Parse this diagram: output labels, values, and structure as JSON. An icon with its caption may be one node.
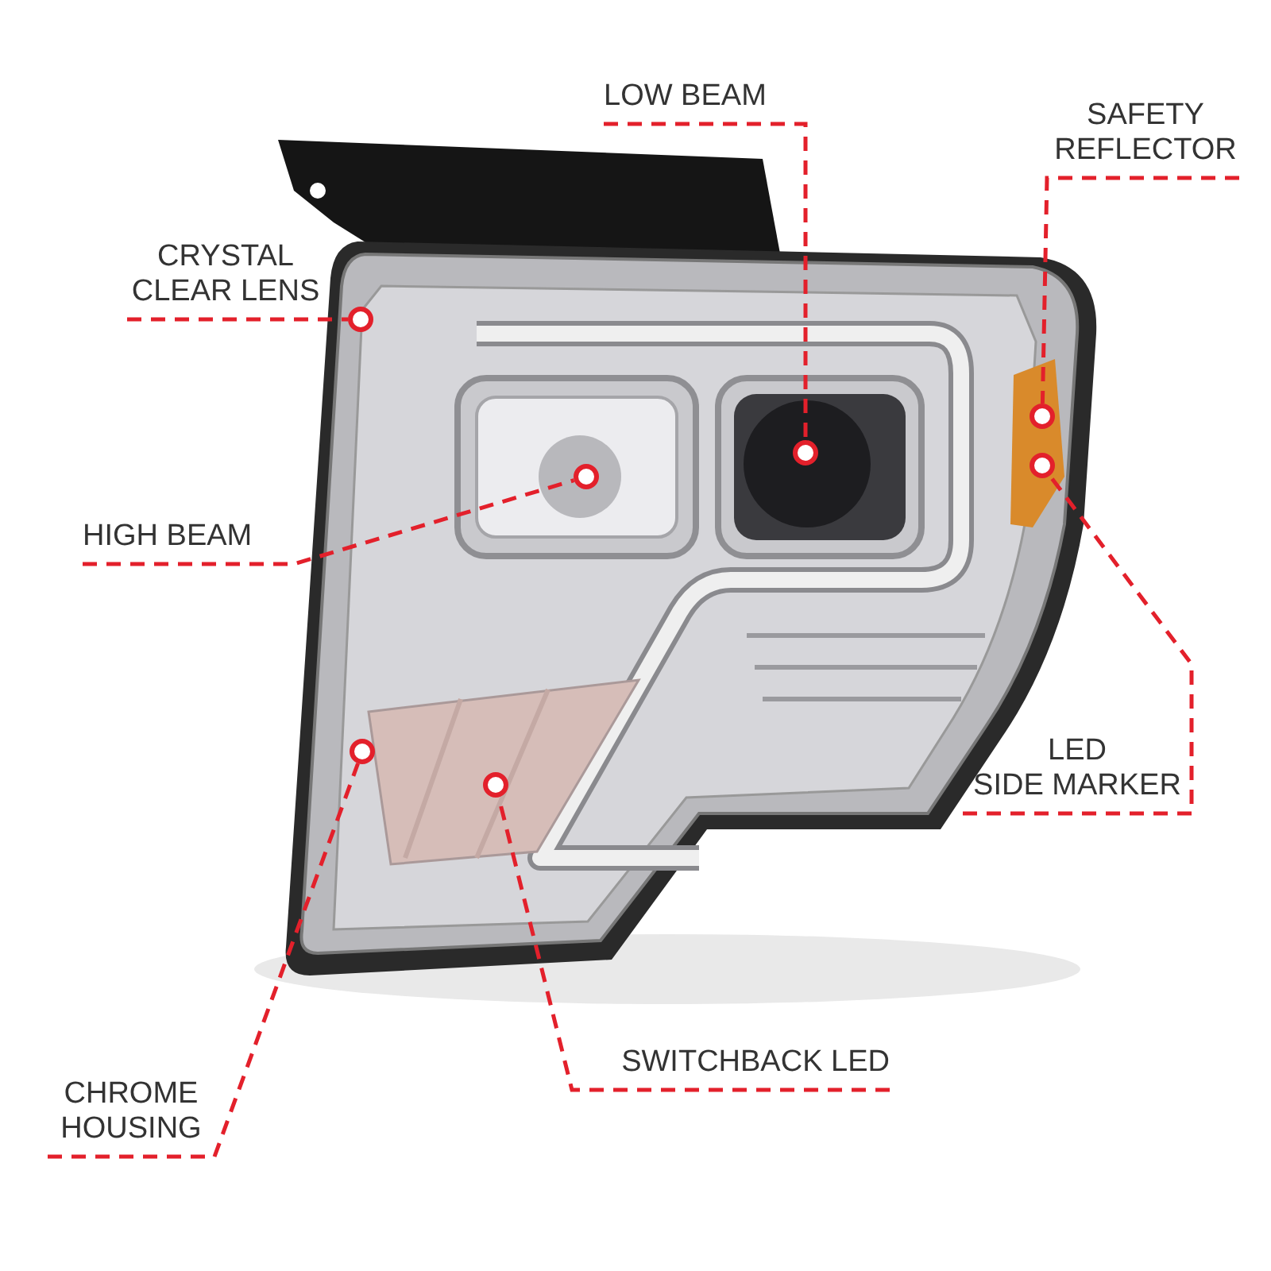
{
  "diagram": {
    "nodes": [
      {
        "text": [
          "LOW BEAM"
        ]
      },
      {
        "text": [
          "SAFETY REFLECTOR"
        ]
      },
      {
        "text": [
          "CRYSTAL CLEAR LENS"
        ]
      },
      {
        "text": [
          "HIGH BEAM"
        ]
      },
      {
        "text": [
          "LED SIDE MARKER"
        ]
      },
      {
        "text": [
          "SWITCHBACK LED"
        ]
      },
      {
        "text": [
          "CHROME HOUSING"
        ]
      },
      {
        "text": [],
        "shape": "circle"
      },
      {
        "text": [],
        "shape": "circle"
      },
      {
        "text": [],
        "shape": "circle"
      },
      {
        "text": [],
        "shape": "circle"
      },
      {
        "text": [],
        "shape": "circle"
      },
      {
        "text": [],
        "shape": "circle"
      },
      {
        "text": [],
        "shape": "circle"
      }
    ],
    "edges": [
      {
        "from": 0,
        "to": 9,
        "arrow": "none",
        "style": "dashed"
      },
      {
        "from": 1,
        "to": 8,
        "arrow": "none",
        "style": "dashed"
      },
      {
        "from": 2,
        "to": 7,
        "arrow": "none",
        "style": "dashed"
      },
      {
        "from": 3,
        "to": 11,
        "arrow": "none",
        "style": "dashed"
      },
      {
        "from": 4,
        "to": 10,
        "arrow": "none",
        "style": "dashed"
      },
      {
        "from": 5,
        "to": 13,
        "arrow": "none",
        "style": "dashed"
      },
      {
        "from": 6,
        "to": 12,
        "arrow": "none",
        "style": "dashed"
      }
    ]
  }
}
